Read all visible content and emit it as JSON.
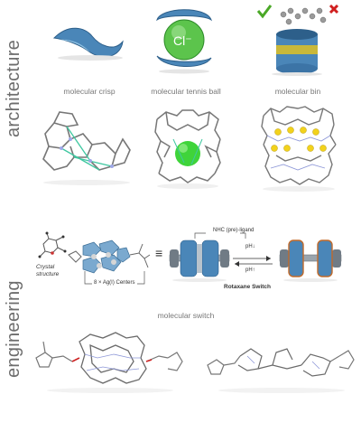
{
  "side_labels": {
    "architecture": "architecture",
    "engineering": "engineering"
  },
  "captions": {
    "crisp": "molecular crisp",
    "tennis": "molecular tennis ball",
    "bin": "molecular bin",
    "switch": "molecular switch"
  },
  "ion_label": "Cl⁻",
  "engineering": {
    "crystal_structure": "Crystal structure",
    "ag_centers": "8 × Ag(I) Centers",
    "equiv": "≡",
    "nhc": "NHC (pre)-ligand",
    "rotaxane": "Rotaxane Switch",
    "ph_down": "pH↓",
    "ph_up": "pH↑"
  },
  "colors": {
    "ring_blue": "#4a86b8",
    "ball_green": "#5cc44c",
    "bin_gold": "#c9b83a",
    "check_green": "#4aa826",
    "cross_red": "#d01f1f"
  }
}
